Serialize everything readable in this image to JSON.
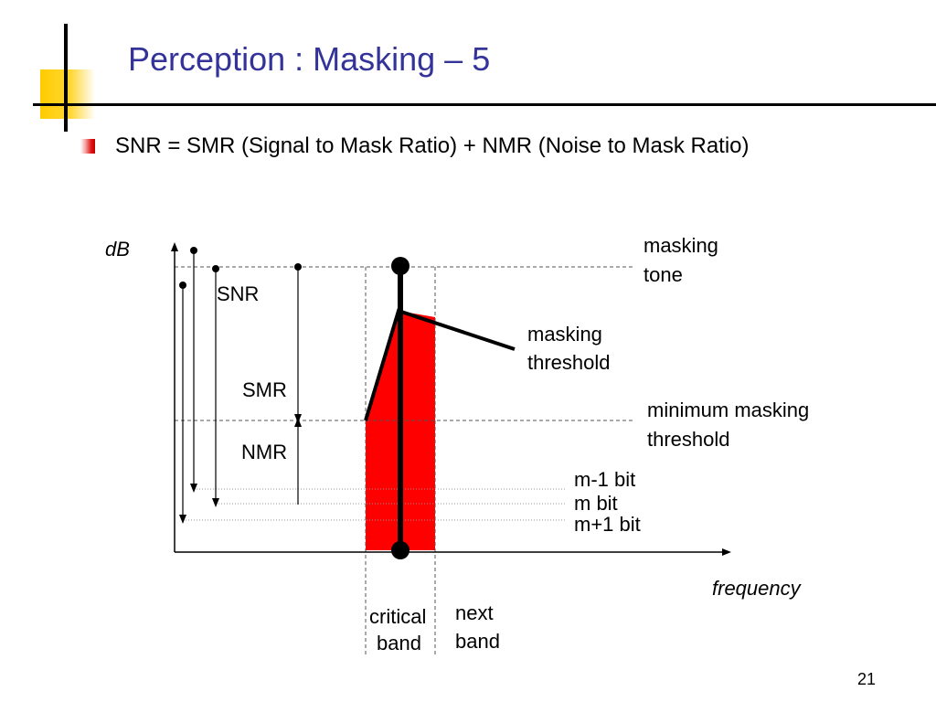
{
  "slide": {
    "title": "Perception : Masking – 5",
    "bullet": "SNR = SMR (Signal to Mask Ratio) + NMR (Noise to Mask Ratio)",
    "number": "21",
    "accent": "#333399",
    "decoration_yellow": "#ffcc00"
  },
  "diagram": {
    "y_axis_label": "dB",
    "x_axis_label": "frequency",
    "labels": {
      "snr": "SNR",
      "smr": "SMR",
      "nmr": "NMR",
      "masking_tone_1": "masking",
      "masking_tone_2": "tone",
      "masking_threshold_1": "masking",
      "masking_threshold_2": "threshold",
      "min_masking_1": "minimum masking",
      "min_masking_2": "threshold",
      "m_minus_1_bit": "m-1 bit",
      "m_bit": "m bit",
      "m_plus_1_bit": "m+1 bit",
      "critical_band_1": "critical",
      "critical_band_2": "band",
      "next_band_1": "next",
      "next_band_2": "band"
    },
    "colors": {
      "masked_region": "#ff0000"
    }
  }
}
